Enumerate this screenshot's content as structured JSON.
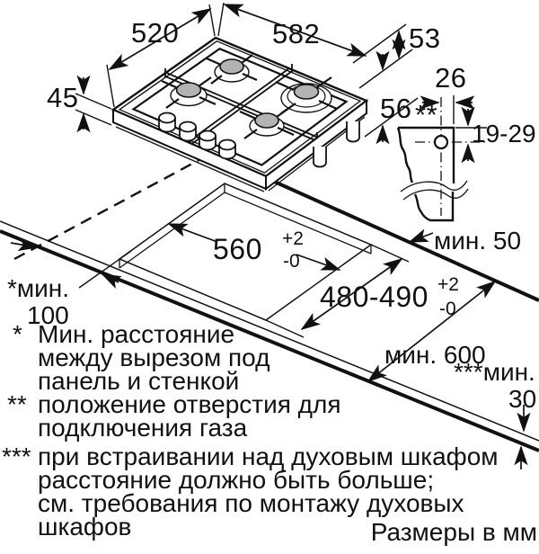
{
  "labels": {
    "top_width": "520",
    "front_width": "582",
    "right_upper_height": "53",
    "left_height": "45",
    "right_lower_height": "56",
    "gas_offset_x": "26",
    "gas_hole_marker": "**",
    "gas_offset_y": "19-29",
    "cutout_width": "560",
    "cutout_width_tol_plus": "+2",
    "cutout_width_tol_minus": "-0",
    "cutout_depth": "480-490",
    "cutout_depth_tol_plus": "+2",
    "cutout_depth_tol_minus": "-0",
    "min_back_edge": "мин. 50",
    "min_worktop_depth": "мин. 600",
    "min_side_label": "*мин.",
    "min_side_value": "100",
    "min_oven_label": "***мин.",
    "min_oven_value": "30",
    "units_note": "Размеры в мм"
  },
  "footnotes": {
    "star1_marker": "*",
    "star1_line1": "Мин. расстояние",
    "star1_line2": "между вырезом под",
    "star1_line3": "панель и стенкой",
    "star2_marker": "**",
    "star2_line1": "положение отверстия для",
    "star2_line2": "подключения газа",
    "star3_marker": "***",
    "star3_line1": "при встраивании над духовым шкафом",
    "star3_line2": "расстояние должно быть больше;",
    "star3_line3": "см. требования по монтажу духовых",
    "star3_line4": "шкафов"
  }
}
